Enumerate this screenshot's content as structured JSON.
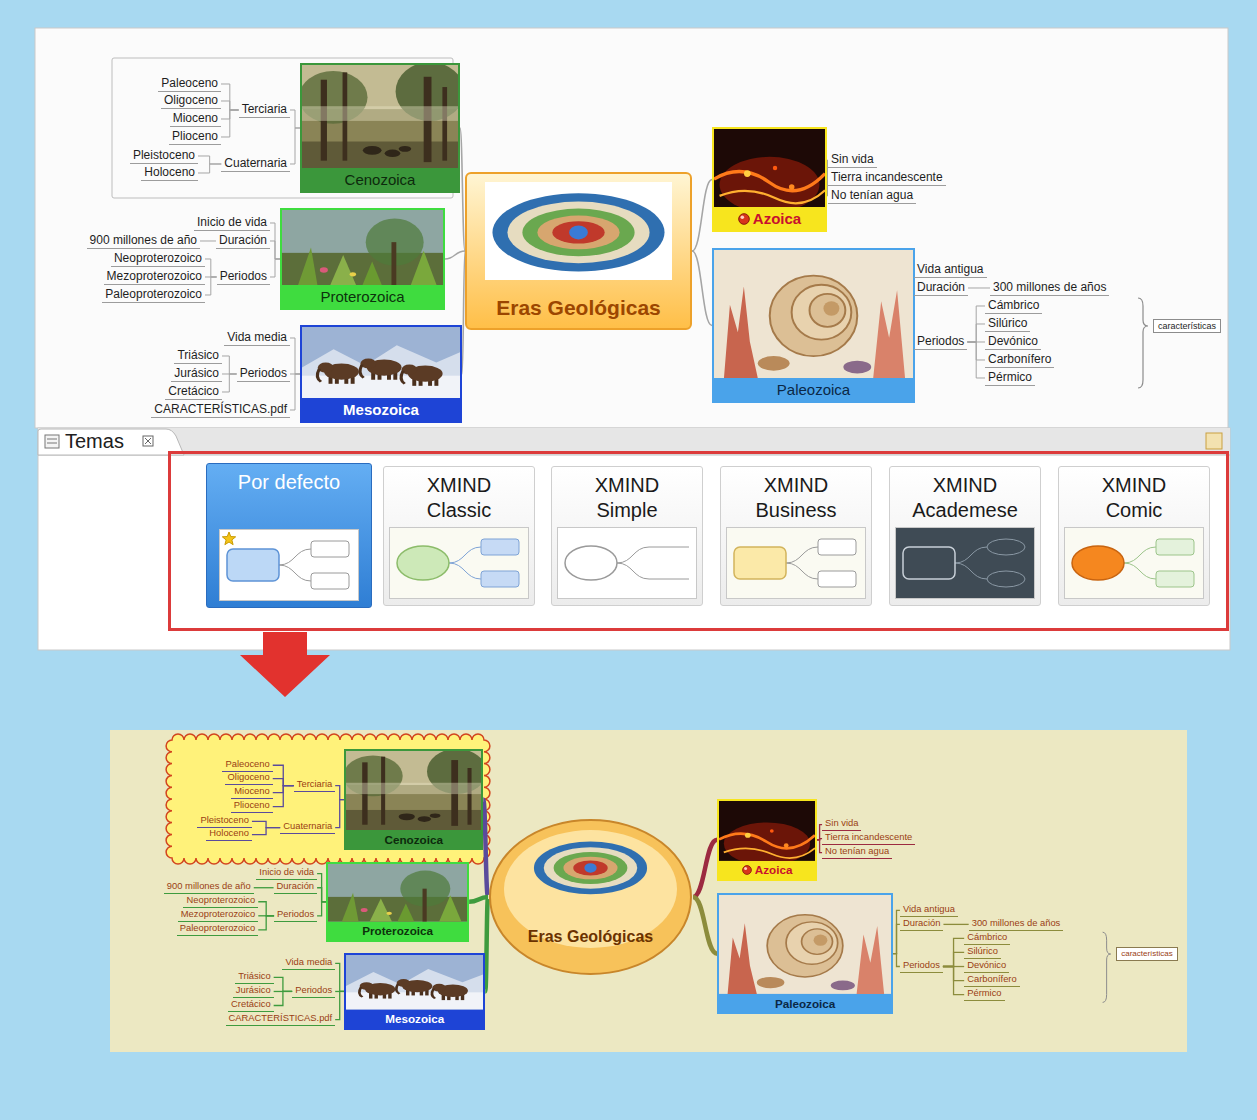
{
  "diagram": {
    "nodes": [
      {
        "text": [
          "Eras Geológicas"
        ]
      },
      {
        "text": [
          "Cenozoica"
        ]
      },
      {
        "text": [
          "Terciaria"
        ]
      },
      {
        "text": [
          "Paleoceno"
        ]
      },
      {
        "text": [
          "Oligoceno"
        ]
      },
      {
        "text": [
          "Mioceno"
        ]
      },
      {
        "text": [
          "Plioceno"
        ]
      },
      {
        "text": [
          "Cuaternaria"
        ]
      },
      {
        "text": [
          "Pleistoceno"
        ]
      },
      {
        "text": [
          "Holoceno"
        ]
      },
      {
        "text": [
          "Proterozoica"
        ]
      },
      {
        "text": [
          "Inicio de vida"
        ]
      },
      {
        "text": [
          "Duración"
        ]
      },
      {
        "text": [
          "900 millones de año"
        ]
      },
      {
        "text": [
          "Periodos"
        ]
      },
      {
        "text": [
          "Neoproterozoico"
        ]
      },
      {
        "text": [
          "Mezoproterozoico"
        ]
      },
      {
        "text": [
          "Paleoproterozoico"
        ]
      },
      {
        "text": [
          "Mesozoica"
        ]
      },
      {
        "text": [
          "Vida media"
        ]
      },
      {
        "text": [
          "Periodos"
        ]
      },
      {
        "text": [
          "Triásico"
        ]
      },
      {
        "text": [
          "Jurásico"
        ]
      },
      {
        "text": [
          "Cretácico"
        ]
      },
      {
        "text": [
          "CARACTERÍSTICAS.pdf"
        ]
      },
      {
        "text": [
          "Azoica"
        ]
      },
      {
        "text": [
          "Sin vida"
        ]
      },
      {
        "text": [
          "Tierra incandescente"
        ]
      },
      {
        "text": [
          "No tenían agua"
        ]
      },
      {
        "text": [
          "Paleozoica"
        ]
      },
      {
        "text": [
          "Vida antigua"
        ]
      },
      {
        "text": [
          "Duración"
        ]
      },
      {
        "text": [
          "300 millones de años"
        ]
      },
      {
        "text": [
          "Periodos"
        ]
      },
      {
        "text": [
          "Cámbrico"
        ]
      },
      {
        "text": [
          "Silúrico"
        ]
      },
      {
        "text": [
          "Devónico"
        ]
      },
      {
        "text": [
          "Carbonífero"
        ]
      },
      {
        "text": [
          "Pérmico"
        ]
      },
      {
        "text": [
          "características"
        ]
      },
      {
        "text": [
          "Temas"
        ]
      },
      {
        "text": [
          "Por defecto"
        ],
        "in": 40
      },
      {
        "text": [
          "XMIND Classic"
        ],
        "in": 40
      },
      {
        "text": [
          "XMIND Simple"
        ],
        "in": 40
      },
      {
        "text": [
          "XMIND Business"
        ],
        "in": 40
      },
      {
        "text": [
          "XMIND Academese"
        ],
        "in": 40
      },
      {
        "text": [
          "XMIND Comic"
        ],
        "in": 40
      },
      {
        "text": [
          "Eras Geológicas"
        ]
      },
      {
        "text": [
          "Cenozoica"
        ]
      },
      {
        "text": [
          "Terciaria"
        ]
      },
      {
        "text": [
          "Paleoceno"
        ]
      },
      {
        "text": [
          "Oligoceno"
        ]
      },
      {
        "text": [
          "Mioceno"
        ]
      },
      {
        "text": [
          "Plioceno"
        ]
      },
      {
        "text": [
          "Cuaternaria"
        ]
      },
      {
        "text": [
          "Pleistoceno"
        ]
      },
      {
        "text": [
          "Holoceno"
        ]
      },
      {
        "text": [
          "Proterozoica"
        ]
      },
      {
        "text": [
          "Inicio de vida"
        ]
      },
      {
        "text": [
          "Duración"
        ]
      },
      {
        "text": [
          "900 millones de año"
        ]
      },
      {
        "text": [
          "Periodos"
        ]
      },
      {
        "text": [
          "Neoproterozoico"
        ]
      },
      {
        "text": [
          "Mezoproterozoico"
        ]
      },
      {
        "text": [
          "Paleoproterozoico"
        ]
      },
      {
        "text": [
          "Mesozoica"
        ]
      },
      {
        "text": [
          "Vida media"
        ]
      },
      {
        "text": [
          "Periodos"
        ]
      },
      {
        "text": [
          "Triásico"
        ]
      },
      {
        "text": [
          "Jurásico"
        ]
      },
      {
        "text": [
          "Cretácico"
        ]
      },
      {
        "text": [
          "CARACTERÍSTICAS.pdf"
        ]
      },
      {
        "text": [
          "Azoica"
        ]
      },
      {
        "text": [
          "Sin vida"
        ]
      },
      {
        "text": [
          "Tierra incandescente"
        ]
      },
      {
        "text": [
          "No tenían agua"
        ]
      },
      {
        "text": [
          "Paleozoica"
        ]
      },
      {
        "text": [
          "Vida antigua"
        ]
      },
      {
        "text": [
          "Duración"
        ]
      },
      {
        "text": [
          "300 millones de años"
        ]
      },
      {
        "text": [
          "Periodos"
        ]
      },
      {
        "text": [
          "Cámbrico"
        ]
      },
      {
        "text": [
          "Silúrico"
        ]
      },
      {
        "text": [
          "Devónico"
        ]
      },
      {
        "text": [
          "Carbonífero"
        ]
      },
      {
        "text": [
          "Pérmico"
        ]
      },
      {
        "text": [
          "características"
        ]
      }
    ],
    "edges": [
      {
        "from": 0,
        "to": 1,
        "arrow": "none"
      },
      {
        "from": 0,
        "to": 10,
        "arrow": "none"
      },
      {
        "from": 0,
        "to": 18,
        "arrow": "none"
      },
      {
        "from": 0,
        "to": 25,
        "arrow": "none"
      },
      {
        "from": 0,
        "to": 29,
        "arrow": "none"
      },
      {
        "from": 1,
        "to": 2,
        "arrow": "none"
      },
      {
        "from": 2,
        "to": 3,
        "arrow": "none"
      },
      {
        "from": 2,
        "to": 4,
        "arrow": "none"
      },
      {
        "from": 2,
        "to": 5,
        "arrow": "none"
      },
      {
        "from": 2,
        "to": 6,
        "arrow": "none"
      },
      {
        "from": 1,
        "to": 7,
        "arrow": "none"
      },
      {
        "from": 7,
        "to": 8,
        "arrow": "none"
      },
      {
        "from": 7,
        "to": 9,
        "arrow": "none"
      },
      {
        "from": 10,
        "to": 11,
        "arrow": "none"
      },
      {
        "from": 10,
        "to": 12,
        "arrow": "none"
      },
      {
        "from": 12,
        "to": 13,
        "arrow": "none"
      },
      {
        "from": 10,
        "to": 14,
        "arrow": "none"
      },
      {
        "from": 14,
        "to": 15,
        "arrow": "none"
      },
      {
        "from": 14,
        "to": 16,
        "arrow": "none"
      },
      {
        "from": 14,
        "to": 17,
        "arrow": "none"
      },
      {
        "from": 18,
        "to": 19,
        "arrow": "none"
      },
      {
        "from": 18,
        "to": 20,
        "arrow": "none"
      },
      {
        "from": 20,
        "to": 21,
        "arrow": "none"
      },
      {
        "from": 20,
        "to": 22,
        "arrow": "none"
      },
      {
        "from": 20,
        "to": 23,
        "arrow": "none"
      },
      {
        "from": 18,
        "to": 24,
        "arrow": "none"
      },
      {
        "from": 25,
        "to": 26,
        "arrow": "none"
      },
      {
        "from": 25,
        "to": 27,
        "arrow": "none"
      },
      {
        "from": 25,
        "to": 28,
        "arrow": "none"
      },
      {
        "from": 29,
        "to": 30,
        "arrow": "none"
      },
      {
        "from": 29,
        "to": 31,
        "arrow": "none"
      },
      {
        "from": 31,
        "to": 32,
        "arrow": "none"
      },
      {
        "from": 29,
        "to": 33,
        "arrow": "none"
      },
      {
        "from": 33,
        "to": 34,
        "arrow": "none"
      },
      {
        "from": 33,
        "to": 35,
        "arrow": "none"
      },
      {
        "from": 33,
        "to": 36,
        "arrow": "none"
      },
      {
        "from": 33,
        "to": 37,
        "arrow": "none"
      },
      {
        "from": 33,
        "to": 38,
        "arrow": "none"
      },
      {
        "from": 47,
        "to": 48,
        "arrow": "none"
      },
      {
        "from": 47,
        "to": 57,
        "arrow": "none"
      },
      {
        "from": 47,
        "to": 65,
        "arrow": "none"
      },
      {
        "from": 47,
        "to": 72,
        "arrow": "none"
      },
      {
        "from": 47,
        "to": 76,
        "arrow": "none"
      },
      {
        "from": 48,
        "to": 49,
        "arrow": "none"
      },
      {
        "from": 49,
        "to": 50,
        "arrow": "none"
      },
      {
        "from": 49,
        "to": 51,
        "arrow": "none"
      },
      {
        "from": 49,
        "to": 52,
        "arrow": "none"
      },
      {
        "from": 49,
        "to": 53,
        "arrow": "none"
      },
      {
        "from": 48,
        "to": 54,
        "arrow": "none"
      },
      {
        "from": 54,
        "to": 55,
        "arrow": "none"
      },
      {
        "from": 54,
        "to": 56,
        "arrow": "none"
      },
      {
        "from": 57,
        "to": 58,
        "arrow": "none"
      },
      {
        "from": 57,
        "to": 59,
        "arrow": "none"
      },
      {
        "from": 59,
        "to": 60,
        "arrow": "none"
      },
      {
        "from": 57,
        "to": 61,
        "arrow": "none"
      },
      {
        "from": 61,
        "to": 62,
        "arrow": "none"
      },
      {
        "from": 61,
        "to": 63,
        "arrow": "none"
      },
      {
        "from": 61,
        "to": 64,
        "arrow": "none"
      },
      {
        "from": 65,
        "to": 66,
        "arrow": "none"
      },
      {
        "from": 65,
        "to": 67,
        "arrow": "none"
      },
      {
        "from": 67,
        "to": 68,
        "arrow": "none"
      },
      {
        "from": 67,
        "to": 69,
        "arrow": "none"
      },
      {
        "from": 67,
        "to": 70,
        "arrow": "none"
      },
      {
        "from": 65,
        "to": 71,
        "arrow": "none"
      },
      {
        "from": 72,
        "to": 73,
        "arrow": "none"
      },
      {
        "from": 72,
        "to": 74,
        "arrow": "none"
      },
      {
        "from": 72,
        "to": 75,
        "arrow": "none"
      },
      {
        "from": 76,
        "to": 77,
        "arrow": "none"
      },
      {
        "from": 76,
        "to": 78,
        "arrow": "none"
      },
      {
        "from": 78,
        "to": 79,
        "arrow": "none"
      },
      {
        "from": 76,
        "to": 80,
        "arrow": "none"
      },
      {
        "from": 80,
        "to": 81,
        "arrow": "none"
      },
      {
        "from": 80,
        "to": 82,
        "arrow": "none"
      },
      {
        "from": 80,
        "to": 83,
        "arrow": "none"
      },
      {
        "from": 80,
        "to": 84,
        "arrow": "none"
      },
      {
        "from": 80,
        "to": 85,
        "arrow": "none"
      }
    ]
  }
}
